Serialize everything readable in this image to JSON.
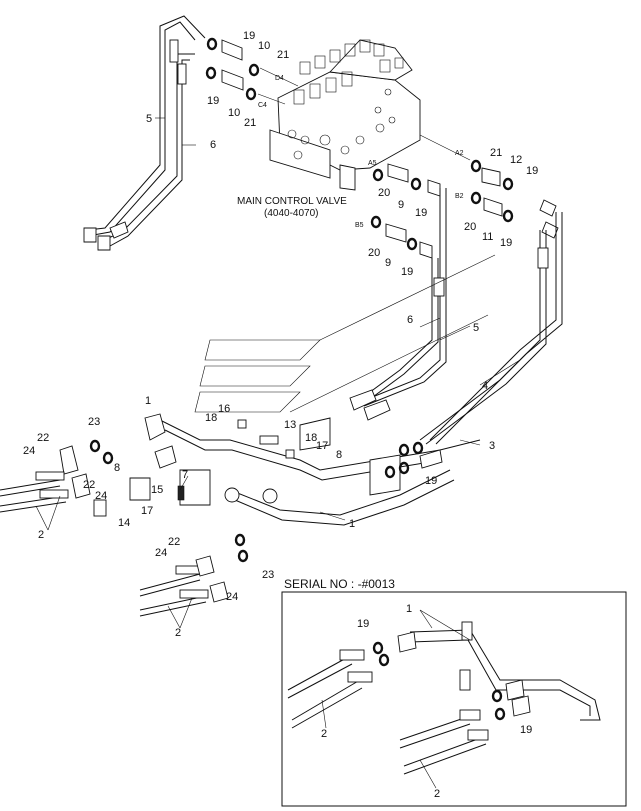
{
  "valve_title": "MAIN CONTROL VALVE",
  "valve_model": "(4040-4070)",
  "serial_label": "SERIAL NO : -#0013",
  "ports": {
    "d4": "D4",
    "c4": "C4",
    "a2": "A2",
    "a5": "A5",
    "b2": "B2",
    "b5": "B5"
  },
  "callouts": {
    "c19a": "19",
    "c10a": "10",
    "c21a": "21",
    "c19b": "19",
    "c10b": "10",
    "c21b": "21",
    "c5a": "5",
    "c6a": "6",
    "c21c": "21",
    "c12": "12",
    "c19c": "19",
    "c20a": "20",
    "c9a": "9",
    "c19d": "19",
    "c20b": "20",
    "c11": "11",
    "c19e": "19",
    "c20c": "20",
    "c9b": "9",
    "c19f": "19",
    "c6b": "6",
    "c5b": "5",
    "c4": "4",
    "c3": "3",
    "c1a": "1",
    "c16": "16",
    "c18a": "18",
    "c13": "13",
    "c18b": "18",
    "c17a": "17",
    "c8a": "8",
    "c23a": "23",
    "c22a": "22",
    "c24a": "24",
    "c8b": "8",
    "c22b": "22",
    "c24b": "24",
    "c2a": "2",
    "c14": "14",
    "c17b": "17",
    "c15": "15",
    "c7": "7",
    "c19g": "19",
    "c1b": "1",
    "c22c": "22",
    "c24c": "24",
    "c23b": "23",
    "c24d": "24",
    "c2b": "2",
    "c1c": "1",
    "c19h": "19",
    "c19i": "19",
    "c2c": "2",
    "c2d": "2"
  }
}
